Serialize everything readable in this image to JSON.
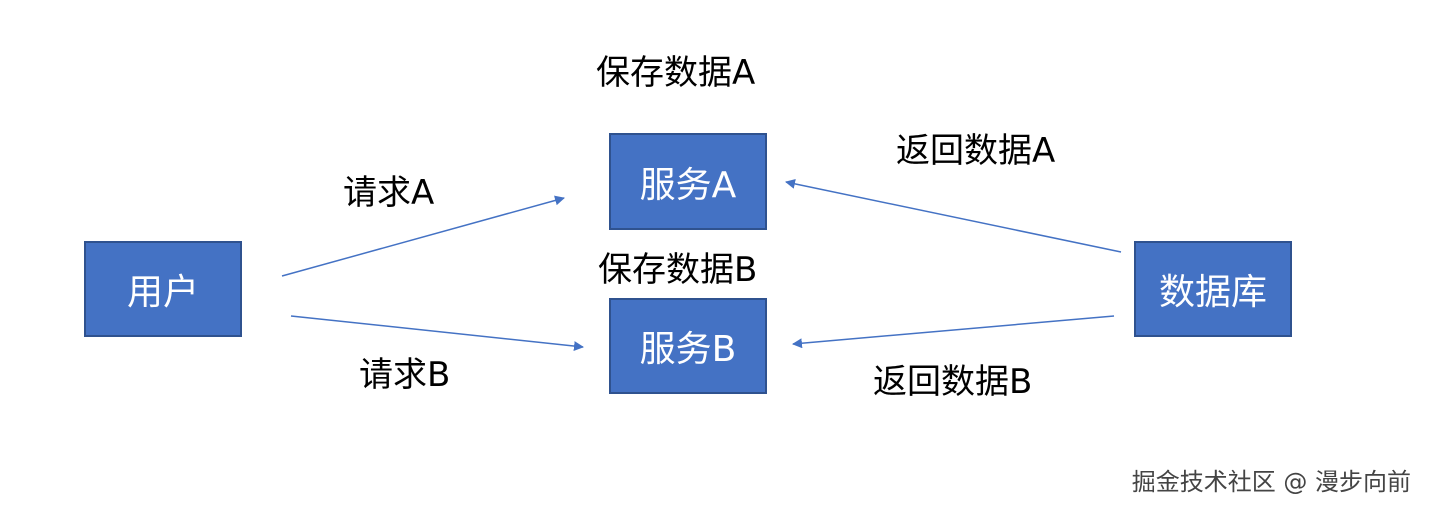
{
  "nodes": {
    "user": "用户",
    "service_a": "服务A",
    "service_b": "服务B",
    "database": "数据库"
  },
  "labels": {
    "request_a": "请求A",
    "request_b": "请求B",
    "save_a": "保存数据A",
    "save_b": "保存数据B",
    "return_a": "返回数据A",
    "return_b": "返回数据B"
  },
  "watermark": "掘金技术社区 @ 漫步向前",
  "colors": {
    "box_fill": "#4472c4",
    "box_border": "#2f528f",
    "arrow": "#4472c4"
  }
}
